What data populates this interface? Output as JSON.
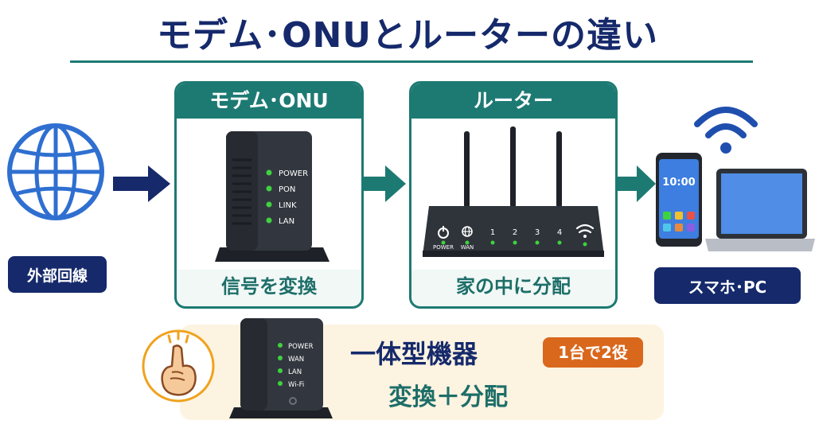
{
  "title": "モデム･ONUとルーターの違い",
  "outside": {
    "label": "外部回線"
  },
  "modem": {
    "header": "モデム･ONU",
    "function": "信号を変換",
    "leds": [
      "POWER",
      "PON",
      "LINK",
      "LAN"
    ]
  },
  "router": {
    "header": "ルーター",
    "function": "家の中に分配",
    "ports": [
      "POWER",
      "WAN",
      "1",
      "2",
      "3",
      "4"
    ]
  },
  "devices": {
    "label": "スマホ･PC",
    "phone_time": "10:00"
  },
  "combo": {
    "name": "一体型機器",
    "badge": "1台で2役",
    "function": "変換＋分配",
    "leds": [
      "POWER",
      "WAN",
      "LAN",
      "Wi-Fi"
    ]
  },
  "colors": {
    "navy": "#15296b",
    "teal": "#1d7a73",
    "orange": "#d9671c",
    "led_green": "#3fd23f",
    "cream": "#fdf3e1"
  }
}
